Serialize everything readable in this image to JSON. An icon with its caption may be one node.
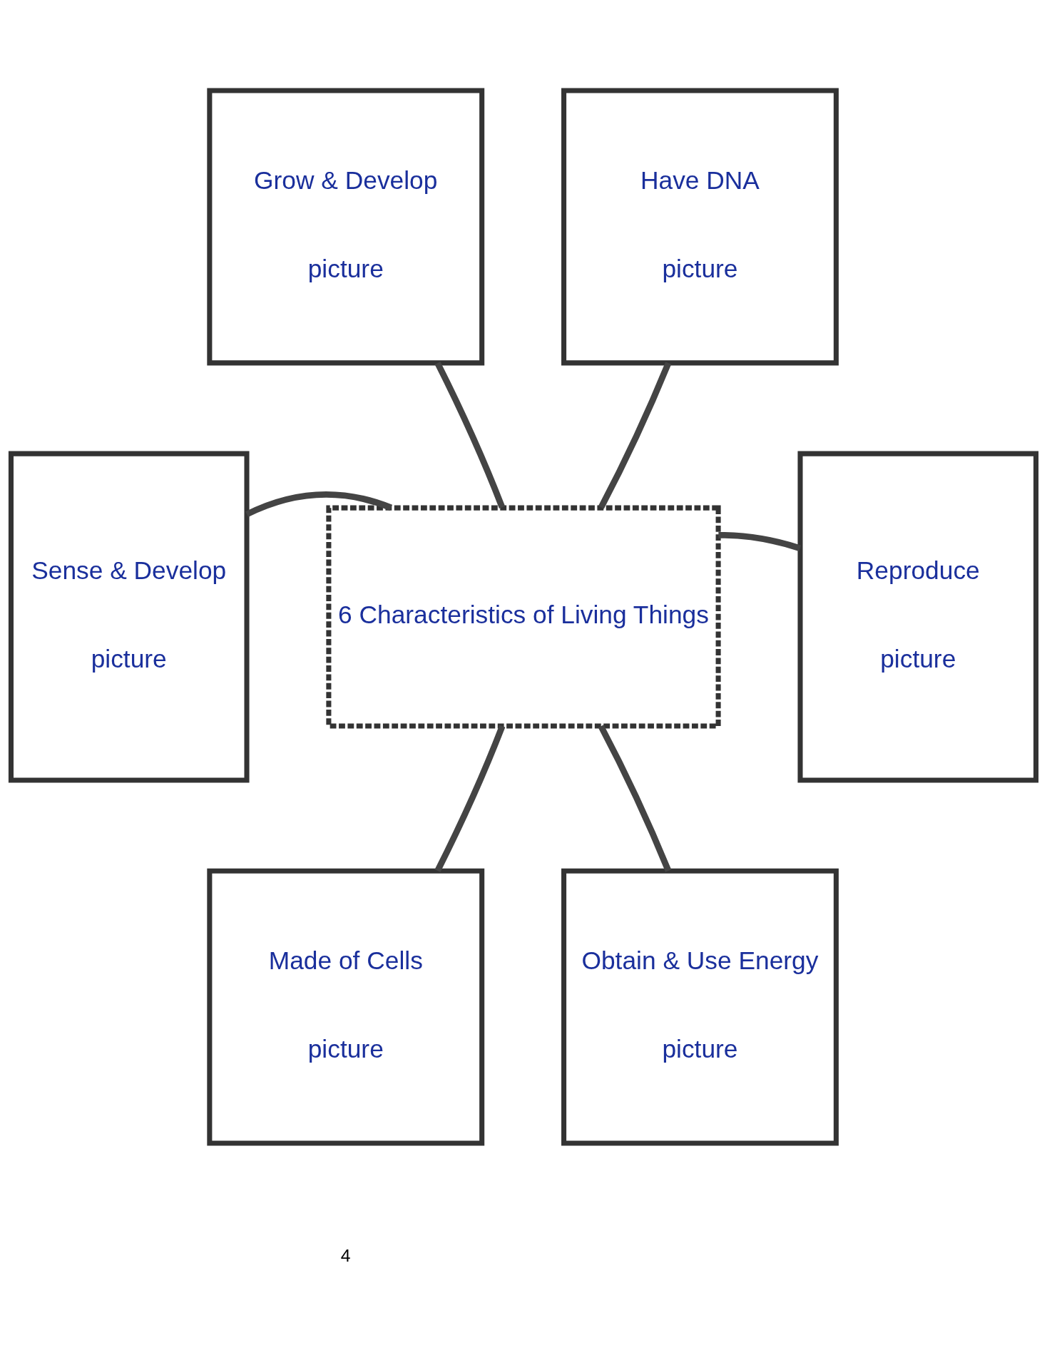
{
  "diagram": {
    "nodes": [
      {
        "text": [
          "Grow & Develop",
          "picture"
        ]
      },
      {
        "text": [
          "Have DNA",
          "picture"
        ]
      },
      {
        "text": [
          "Sense & Develop",
          "picture"
        ]
      },
      {
        "text": [
          "6 Characteristics of Living Things"
        ]
      },
      {
        "text": [
          "Reproduce",
          "picture"
        ]
      },
      {
        "text": [
          "Made of Cells",
          "picture"
        ]
      },
      {
        "text": [
          "Obtain & Use Energy",
          "picture"
        ]
      }
    ],
    "edges": [
      {
        "from": 3,
        "to": 0,
        "arrow": "none"
      },
      {
        "from": 3,
        "to": 1,
        "arrow": "none"
      },
      {
        "from": 3,
        "to": 2,
        "arrow": "none"
      },
      {
        "from": 3,
        "to": 4,
        "arrow": "none"
      },
      {
        "from": 3,
        "to": 5,
        "arrow": "none"
      },
      {
        "from": 3,
        "to": 6,
        "arrow": "none"
      }
    ],
    "labels": [
      "4"
    ]
  }
}
